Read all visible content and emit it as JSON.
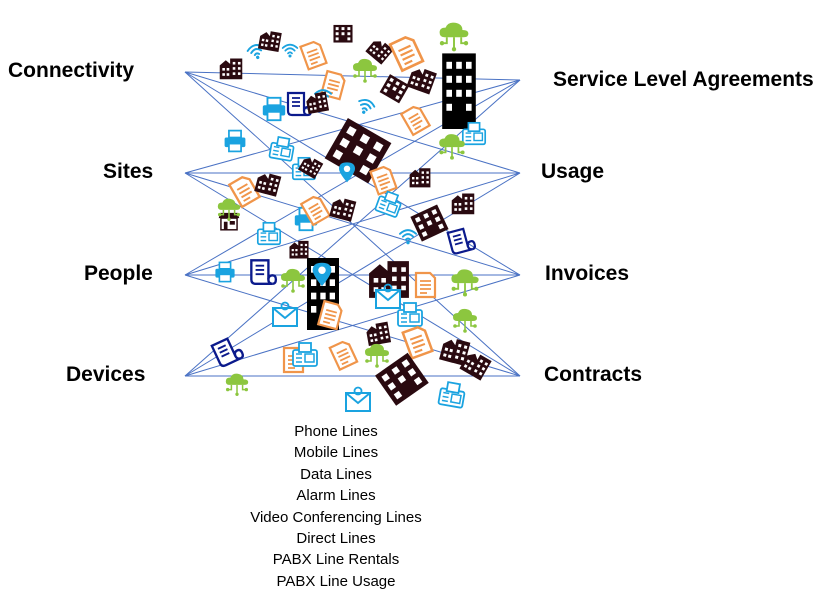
{
  "left_labels": [
    "Connectivity",
    "Sites",
    "People",
    "Devices"
  ],
  "right_labels": [
    "Service Level Agreements",
    "Usage",
    "Invoices",
    "Contracts"
  ],
  "line_types": [
    "Phone Lines",
    "Mobile Lines",
    "Data Lines",
    "Alarm Lines",
    "Video Conferencing Lines",
    "Direct Lines",
    "PABX Line Rentals",
    "PABX Line Usage"
  ],
  "colors": {
    "connector": "#4a72c4",
    "document": "#f0954a",
    "wireless": "#1aa3e0",
    "cloud": "#8cc63f",
    "building": "#2a0a10",
    "building_outline": "#c0392b",
    "envelope": "#1aa3e0",
    "scroll": "#0b1a8c"
  },
  "icons": [
    "building-icon",
    "apartment-icon",
    "document-icon",
    "wifi-icon",
    "cloud-network-icon",
    "printer-icon",
    "fax-icon",
    "email-icon",
    "shop-icon",
    "scroll-icon",
    "tower-icon",
    "location-pin-icon"
  ]
}
